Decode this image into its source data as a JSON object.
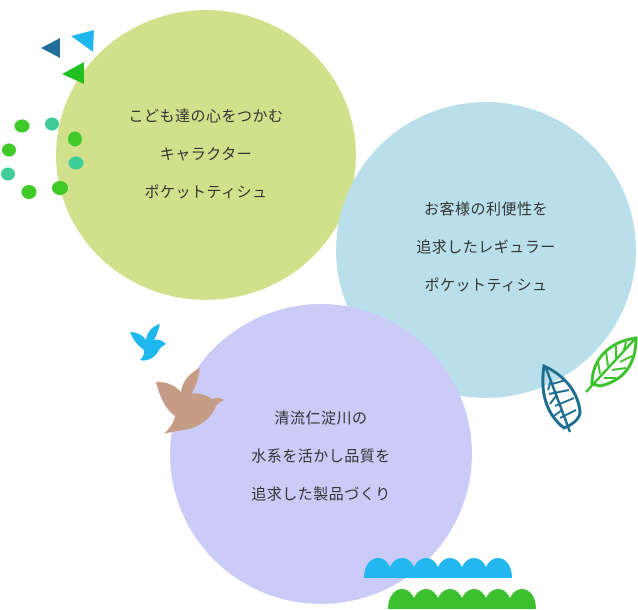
{
  "colors": {
    "green_circle": "#d1e08a",
    "blue_circle": "#b9e0ea",
    "purple_circle": "#cacbf7",
    "text": "#333333",
    "triangle_dark_blue": "#1f6f9a",
    "triangle_cyan": "#1fb8ee",
    "triangle_green": "#21c021",
    "dot_green": "#3fca2a",
    "dot_teal": "#40cc98",
    "bird_blue": "#1fb8ee",
    "bird_brown": "#c59c85",
    "leaf_blue": "#1b6c8f",
    "leaf_green": "#3dc22e",
    "hill_cyan": "#22b7ee",
    "hill_green": "#3cc030"
  },
  "circles": [
    {
      "id": "character",
      "lines": [
        "こども達の心をつかむ",
        "キャラクター",
        "ポケットティシュ"
      ]
    },
    {
      "id": "regular",
      "lines": [
        "お客様の利便性を",
        "追求したレギュラー",
        "ポケットティシュ"
      ]
    },
    {
      "id": "quality",
      "lines": [
        "清流仁淀川の",
        "水系を活かし品質を",
        "追求した製品づくり"
      ]
    }
  ],
  "icons": {
    "triangles": "triangle-icons",
    "dots": "dot-icons",
    "bird_small": "bird-icon",
    "bird_large": "bird-icon",
    "leaves": "leaf-icon",
    "hills": "hill-icon"
  }
}
